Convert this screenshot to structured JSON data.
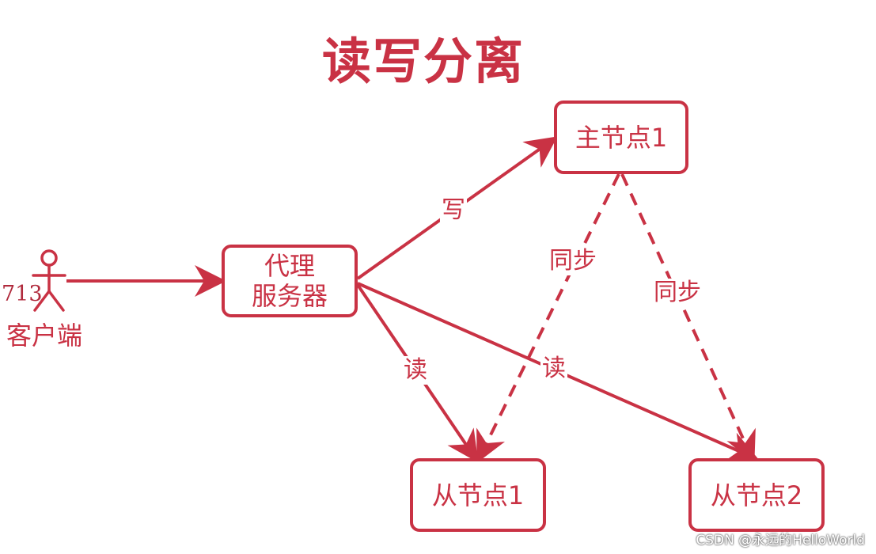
{
  "title": "读写分离",
  "client": {
    "number": "713",
    "label": "客户端"
  },
  "nodes": {
    "proxy": {
      "line1": "代理",
      "line2": "服务器"
    },
    "master": {
      "label": "主节点1"
    },
    "slave1": {
      "label": "从节点1"
    },
    "slave2": {
      "label": "从节点2"
    }
  },
  "edges": {
    "write": "写",
    "read1": "读",
    "read2": "读",
    "sync1": "同步",
    "sync2": "同步"
  },
  "watermark": "CSDN @永远的HelloWorld",
  "colors": {
    "accent": "#c93244"
  }
}
